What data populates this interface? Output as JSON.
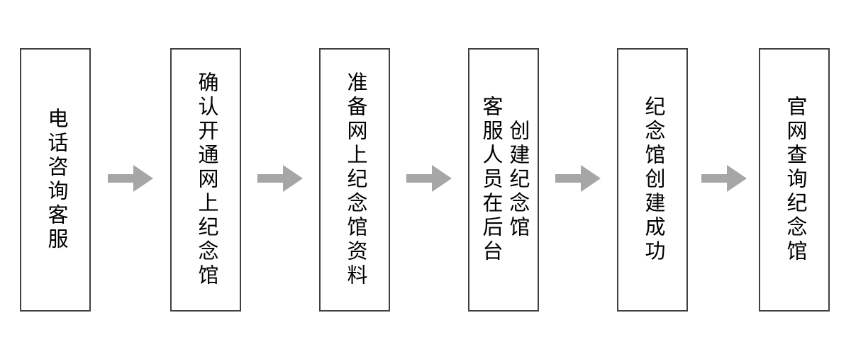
{
  "flowchart": {
    "title": "online-memorial-creation-process",
    "colors": {
      "background": "#ffffff",
      "box_border": "#404040",
      "arrow": "#a6a6a6",
      "text": "#000000"
    },
    "steps": [
      {
        "label": "电话咨询客服",
        "columns": [
          "电话咨询客服"
        ]
      },
      {
        "label": "确认开通网上纪念馆",
        "columns": [
          "确认开通网上纪念馆"
        ]
      },
      {
        "label": "准备网上纪念馆资料",
        "columns": [
          "准备网上纪念馆资料"
        ]
      },
      {
        "label": "客服人员在后台创建纪念馆",
        "columns": [
          "客服人员在后台",
          "创建纪念馆"
        ]
      },
      {
        "label": "纪念馆创建成功",
        "columns": [
          "纪念馆创建成功"
        ]
      },
      {
        "label": "官网查询纪念馆",
        "columns": [
          "官网查询纪念馆"
        ]
      }
    ],
    "connector": "right-arrow"
  }
}
